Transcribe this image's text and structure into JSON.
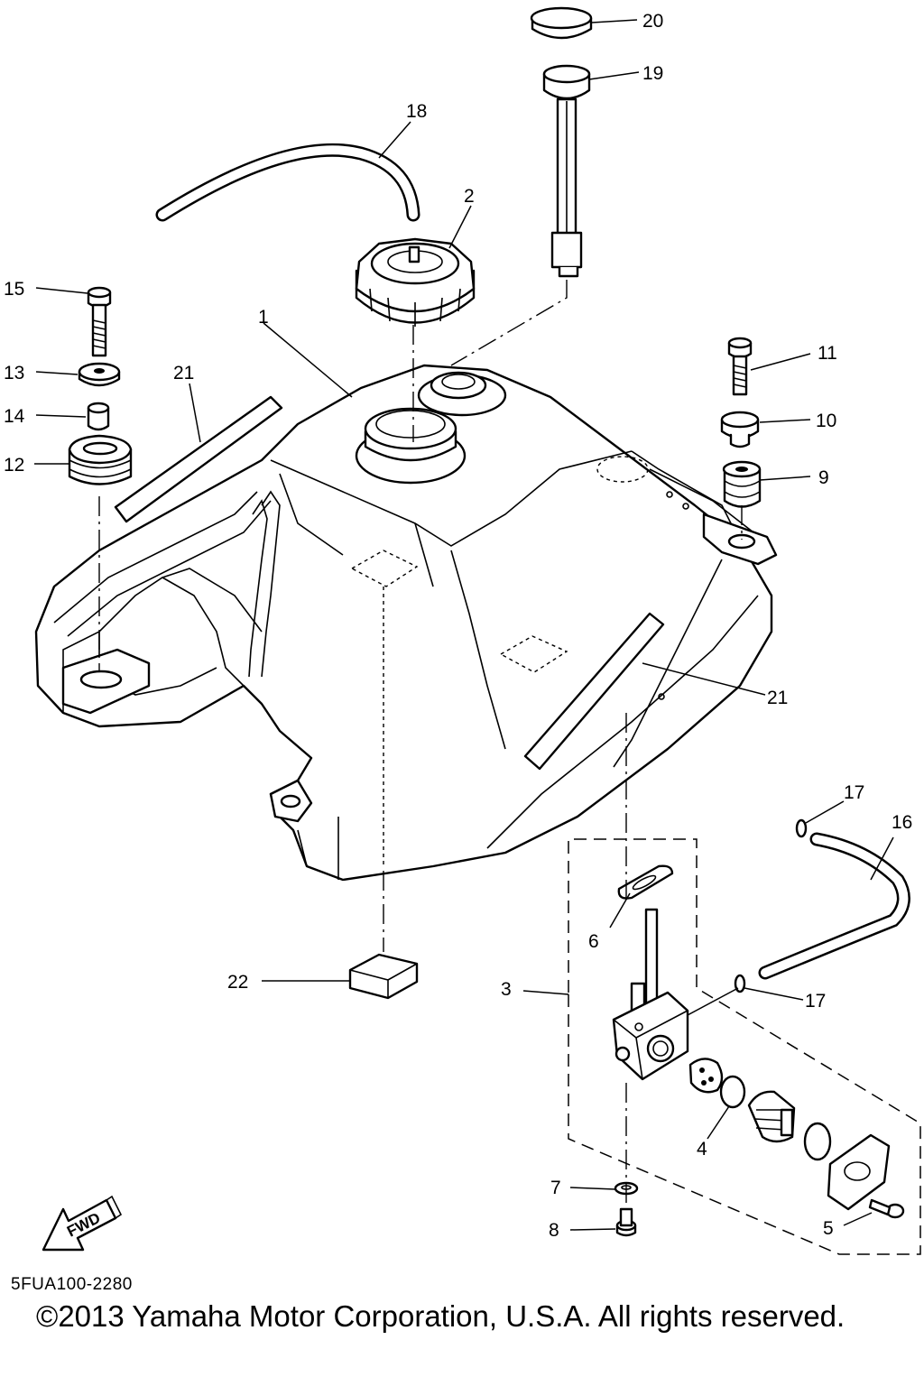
{
  "diagram": {
    "callouts": [
      "1",
      "2",
      "3",
      "4",
      "5",
      "6",
      "7",
      "8",
      "9",
      "10",
      "11",
      "12",
      "13",
      "14",
      "15",
      "16",
      "17",
      "17",
      "18",
      "19",
      "20",
      "21",
      "21",
      "22"
    ],
    "fwd_label": "FWD"
  },
  "footer": {
    "ref_code": "5FUA100-2280",
    "copyright": "©2013 Yamaha Motor Corporation, U.S.A. All rights reserved."
  }
}
